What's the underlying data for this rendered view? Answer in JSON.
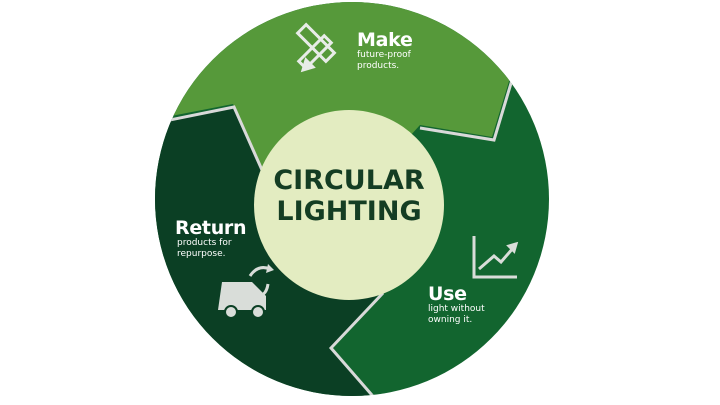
{
  "title_lines": [
    "CIRCULAR",
    "LIGHTING"
  ],
  "stages": [
    {
      "id": "make",
      "heading": "Make",
      "lines": [
        "future-proof",
        "products."
      ],
      "icon": "ruler-pencil-icon",
      "color": "#56993a"
    },
    {
      "id": "use",
      "heading": "Use",
      "lines": [
        "light without",
        "owning it."
      ],
      "icon": "growth-chart-icon",
      "color": "#12652f"
    },
    {
      "id": "return",
      "heading": "Return",
      "lines": [
        "products for",
        "repurpose."
      ],
      "icon": "recycling-truck-icon",
      "color": "#0b3f24"
    }
  ],
  "colors": {
    "center": "#e3ecc1",
    "center_text": "#143d23",
    "separator": "#d9d9d9",
    "icon": "#d9ddd9"
  }
}
